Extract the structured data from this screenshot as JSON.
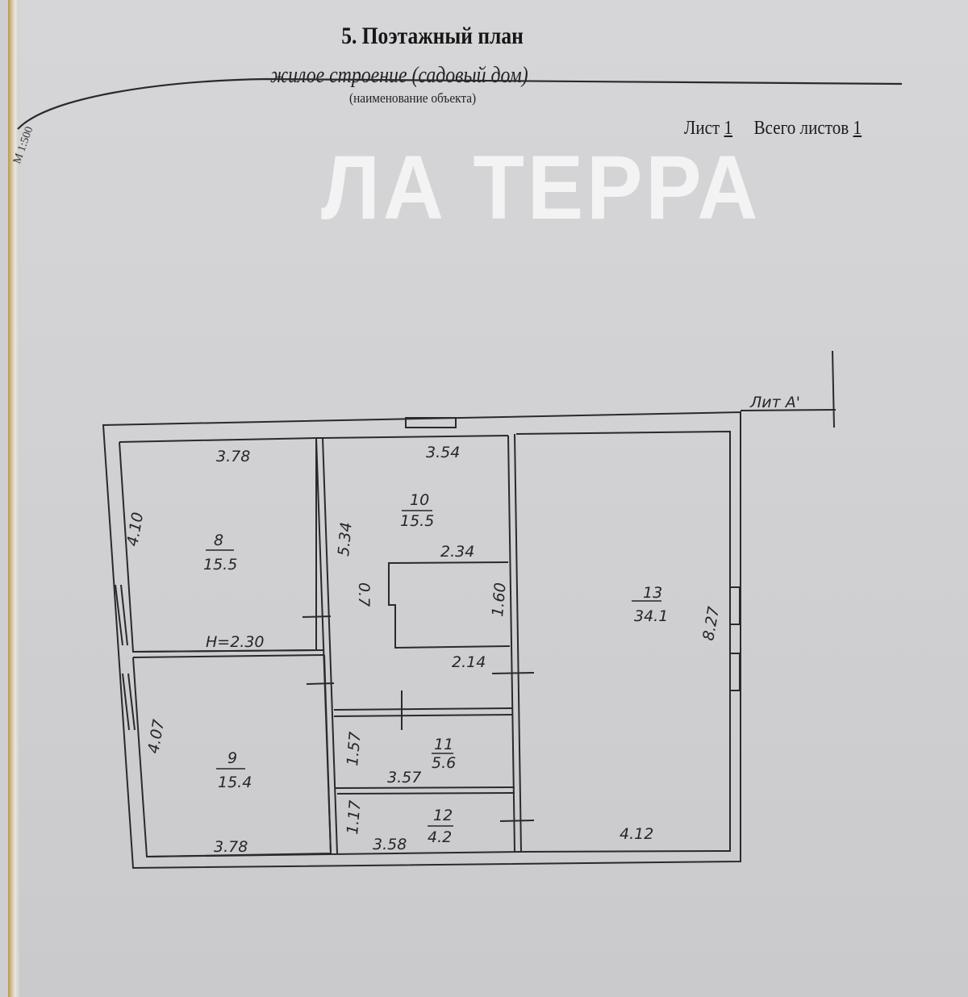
{
  "header": {
    "title": "5. Поэтажный план",
    "object_name": "жилое строение (садовый дом)",
    "object_caption": "(наименование объекта)",
    "sheet_label": "Лист",
    "sheet_number": "1",
    "total_label": "Всего листов",
    "total_number": "1",
    "scale": "М 1:500"
  },
  "watermark": "ЛА ТЕРРА",
  "plan": {
    "litera": "Лит А'",
    "rooms": [
      {
        "number": "8",
        "area": "15.5"
      },
      {
        "number": "9",
        "area": "15.4"
      },
      {
        "number": "10",
        "area": "15.5"
      },
      {
        "number": "11",
        "area": "5.6"
      },
      {
        "number": "12",
        "area": "4.2"
      },
      {
        "number": "13",
        "area": "34.1"
      }
    ],
    "dimensions": {
      "r8_width": "3.78",
      "r8_height": "4.10",
      "height_note": "Н=2.30",
      "r9_height": "4.07",
      "r9_width": "3.78",
      "r10_width": "3.54",
      "r10_height": "5.34",
      "stove_top": "2.34",
      "stove_left": "0.7",
      "stove_right": "1.60",
      "stove_bottom": "2.14",
      "r11_height": "1.57",
      "r11_width": "3.57",
      "r12_height": "1.17",
      "r12_width": "3.58",
      "r13_height": "8.27",
      "r13_width": "4.12"
    }
  }
}
